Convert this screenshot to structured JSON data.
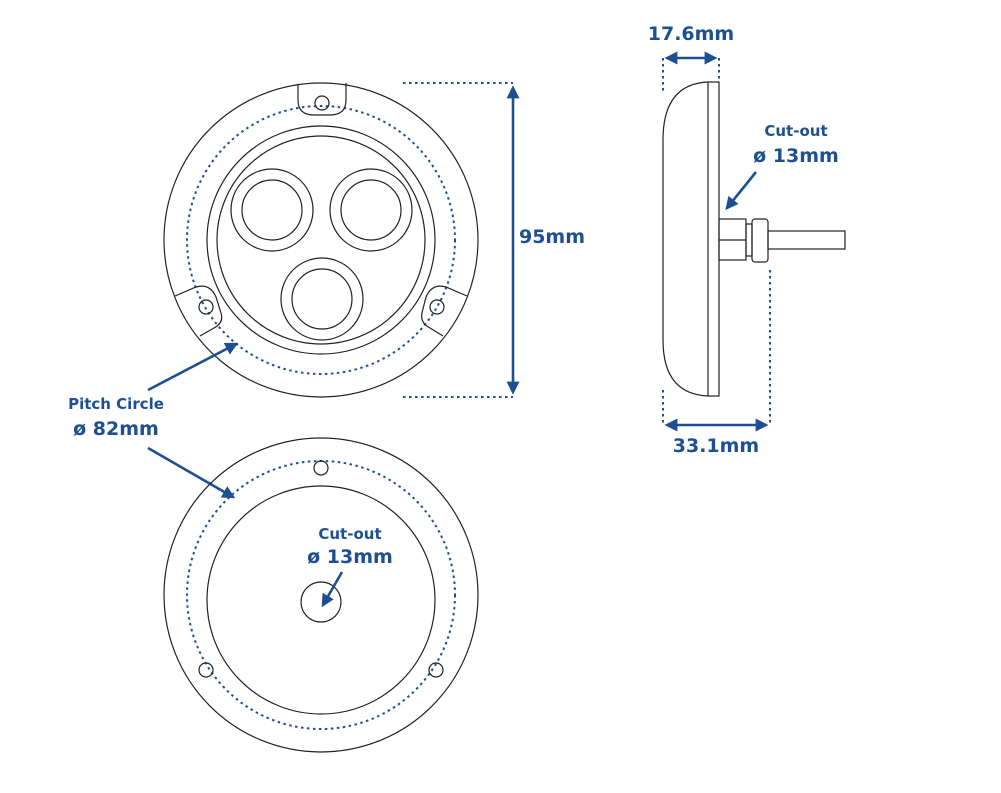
{
  "colors": {
    "accent": "#1d4f91",
    "line": "#222222"
  },
  "front_view": {
    "height_label": "95mm"
  },
  "pitch_circle": {
    "title": "Pitch Circle",
    "diameter": "ø 82mm"
  },
  "rear_view": {
    "cutout_title": "Cut-out",
    "cutout_diameter": "ø 13mm"
  },
  "side_view": {
    "depth_label": "17.6mm",
    "total_depth_label": "33.1mm",
    "cutout_title": "Cut-out",
    "cutout_diameter": "ø 13mm"
  }
}
